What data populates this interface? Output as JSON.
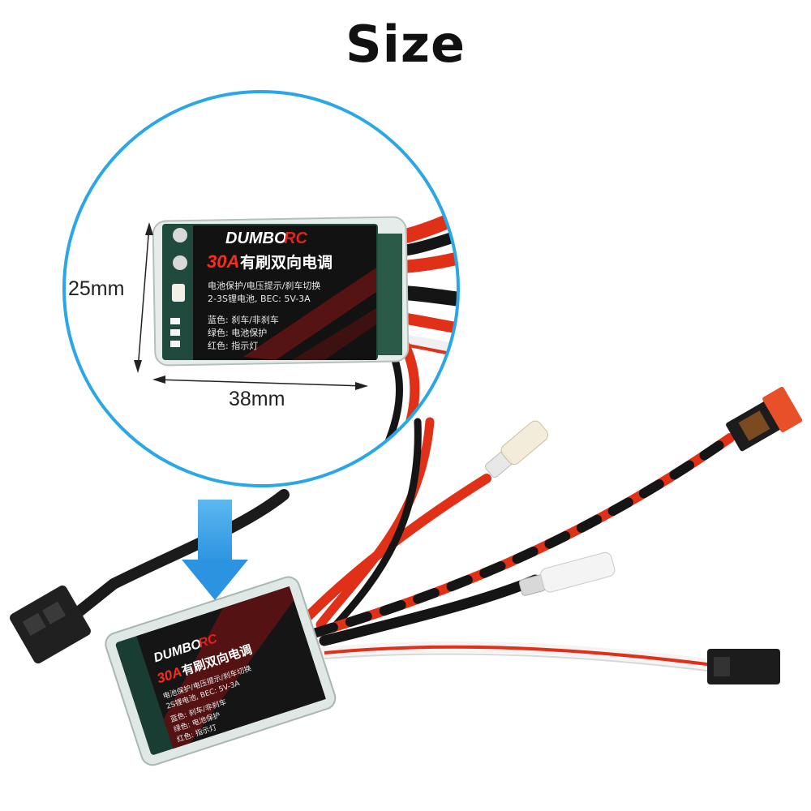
{
  "title": "Size",
  "dimensions": {
    "height": "25mm",
    "width": "38mm"
  },
  "label": {
    "brand": "DUMBO",
    "brand_suffix": "RC",
    "headline_prefix": "30A",
    "headline": "有刷双向电调",
    "line1": "电池保护/电压提示/刹车切换",
    "line2": "2-3S锂电池, BEC: 5V-3A",
    "line3": "蓝色: 刹车/非刹车",
    "line4": "绿色: 电池保护",
    "line5": "红色: 指示灯"
  },
  "label_small": {
    "brand": "DUMBO",
    "brand_suffix": "RC",
    "headline_prefix": "30A",
    "headline": "有刷双向电调",
    "line1": "电池保护/电压提示/刹车切换",
    "line2": "2S锂电池, BEC: 5V-3A",
    "line3": "蓝色: 刹车/非刹车",
    "line4": "绿色: 电池保护",
    "line5": "红色: 指示灯"
  },
  "colors": {
    "circle": "#2aa7e6",
    "arrow": "#3aa3ea",
    "wire_red": "#e03018",
    "wire_black": "#1a1a1a"
  }
}
